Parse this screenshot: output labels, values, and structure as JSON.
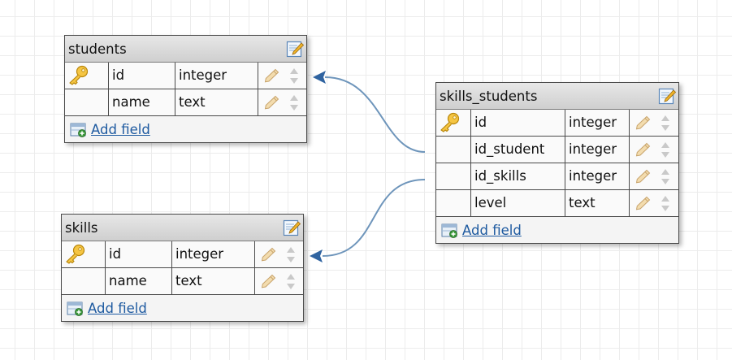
{
  "tables": [
    {
      "name": "students",
      "fields": [
        {
          "name": "id",
          "type": "integer",
          "primary_key": true
        },
        {
          "name": "name",
          "type": "text",
          "primary_key": false
        }
      ],
      "add_field_label": "Add field"
    },
    {
      "name": "skills",
      "fields": [
        {
          "name": "id",
          "type": "integer",
          "primary_key": true
        },
        {
          "name": "name",
          "type": "text",
          "primary_key": false
        }
      ],
      "add_field_label": "Add field"
    },
    {
      "name": "skills_students",
      "fields": [
        {
          "name": "id",
          "type": "integer",
          "primary_key": true
        },
        {
          "name": "id_student",
          "type": "integer",
          "primary_key": false
        },
        {
          "name": "id_skills",
          "type": "integer",
          "primary_key": false
        },
        {
          "name": "level",
          "type": "text",
          "primary_key": false
        }
      ],
      "add_field_label": "Add field"
    }
  ],
  "relations": [
    {
      "from_table": "skills_students",
      "from_field": "id_student",
      "to_table": "students",
      "to_field": "id"
    },
    {
      "from_table": "skills_students",
      "from_field": "id_skills",
      "to_table": "skills",
      "to_field": "id"
    }
  ],
  "colors": {
    "relation_line": "#6e95bb",
    "relation_arrow": "#2f63a0",
    "link": "#1e5aa0",
    "header_top": "#e7e7e7",
    "header_bottom": "#cfcfcf",
    "border": "#4a4a4a",
    "grid": "#ececec"
  },
  "icons": {
    "primary_key": "key-icon",
    "edit_table": "edit-table-icon",
    "edit_field": "pencil-icon",
    "reorder_field": "up-down-arrows-icon",
    "add_field": "add-field-icon"
  }
}
